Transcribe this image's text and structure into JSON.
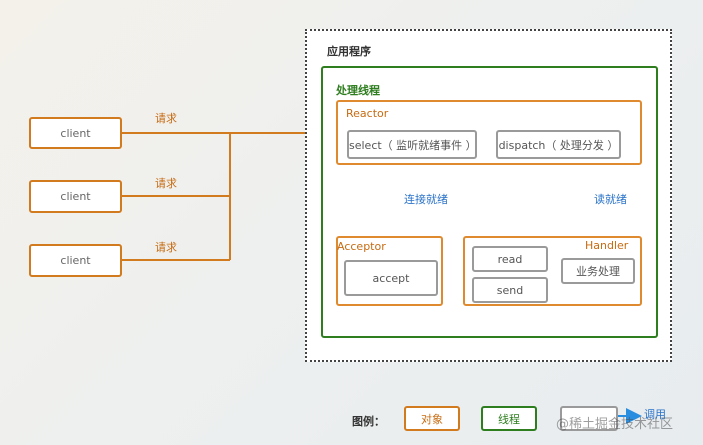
{
  "clients": [
    {
      "label": "client",
      "arrow_label": "请求"
    },
    {
      "label": "client",
      "arrow_label": "请求"
    },
    {
      "label": "client",
      "arrow_label": "请求"
    }
  ],
  "app": {
    "title": "应用程序",
    "thread": {
      "title": "处理线程",
      "reactor": {
        "title": "Reactor",
        "select": "select（ 监听就绪事件 ）",
        "dispatch": "dispatch（ 处理分发 ）"
      },
      "acceptor": {
        "title": "Acceptor",
        "accept": "accept"
      },
      "handler": {
        "title": "Handler",
        "read": "read",
        "send": "send",
        "business": "业务处理"
      },
      "conn_label": "连接就绪",
      "read_label": "读就绪"
    }
  },
  "legend": {
    "title": "图例：",
    "object": "对象",
    "thread": "线程",
    "call": "调用"
  },
  "watermark": "@稀土掘金技术社区",
  "colors": {
    "orange": "#d27a1e",
    "green": "#2e7d1f",
    "blue": "#2a8ee0",
    "grey": "#9a9a9a"
  }
}
